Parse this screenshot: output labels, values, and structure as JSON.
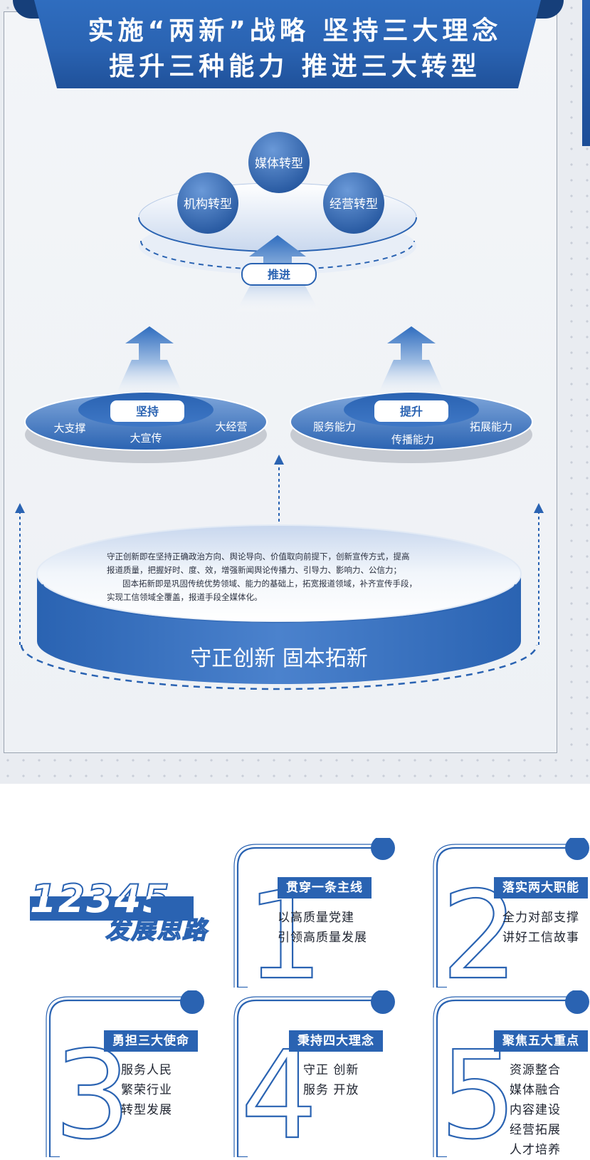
{
  "banner": {
    "line1": "实施“两新”战略  坚持三大理念",
    "line2": "提升三种能力  推进三大转型"
  },
  "diagram": {
    "transform": {
      "items": [
        "媒体转型",
        "机构转型",
        "经营转型"
      ],
      "arrow_label": "推进"
    },
    "adhere": {
      "label": "坚持",
      "items": [
        "大支撑",
        "大宣传",
        "大经营"
      ]
    },
    "improve": {
      "label": "提升",
      "items": [
        "服务能力",
        "传播能力",
        "拓展能力"
      ]
    },
    "base": {
      "title": "守正创新  固本拓新",
      "text_lines": [
        "守正创新即在坚持正确政治方向、舆论导向、价值取向前提下，创新宣传方式，提高",
        "报道质量，把握好时、度、效，增强新闻舆论传播力、引导力、影响力、公信力；",
        "固本拓新即是巩固传统优势领域、能力的基础上，拓宽报道领域，补齐宣传手段，",
        "实现工信领域全覆盖，报道手段全媒体化。"
      ]
    },
    "colors": {
      "primary": "#2a63b2",
      "dark": "#1f519a",
      "light": "#dbe6f5"
    }
  },
  "ideas": {
    "digits": "12345",
    "subtitle": "发展思路",
    "cards": [
      {
        "number": "1",
        "label": "贯穿一条主线",
        "lines": [
          "以高质量党建",
          "引领高质量发展"
        ]
      },
      {
        "number": "2",
        "label": "落实两大职能",
        "lines": [
          "全力对部支撑",
          "讲好工信故事"
        ]
      },
      {
        "number": "3",
        "label": "勇担三大使命",
        "lines": [
          "服务人民",
          "繁荣行业",
          "转型发展"
        ]
      },
      {
        "number": "4",
        "label": "秉持四大理念",
        "lines": [
          "守正    创新",
          "服务    开放"
        ]
      },
      {
        "number": "5",
        "label": "聚焦五大重点",
        "lines": [
          "资源整合",
          "媒体融合",
          "内容建设",
          "经营拓展",
          "人才培养"
        ]
      }
    ]
  }
}
